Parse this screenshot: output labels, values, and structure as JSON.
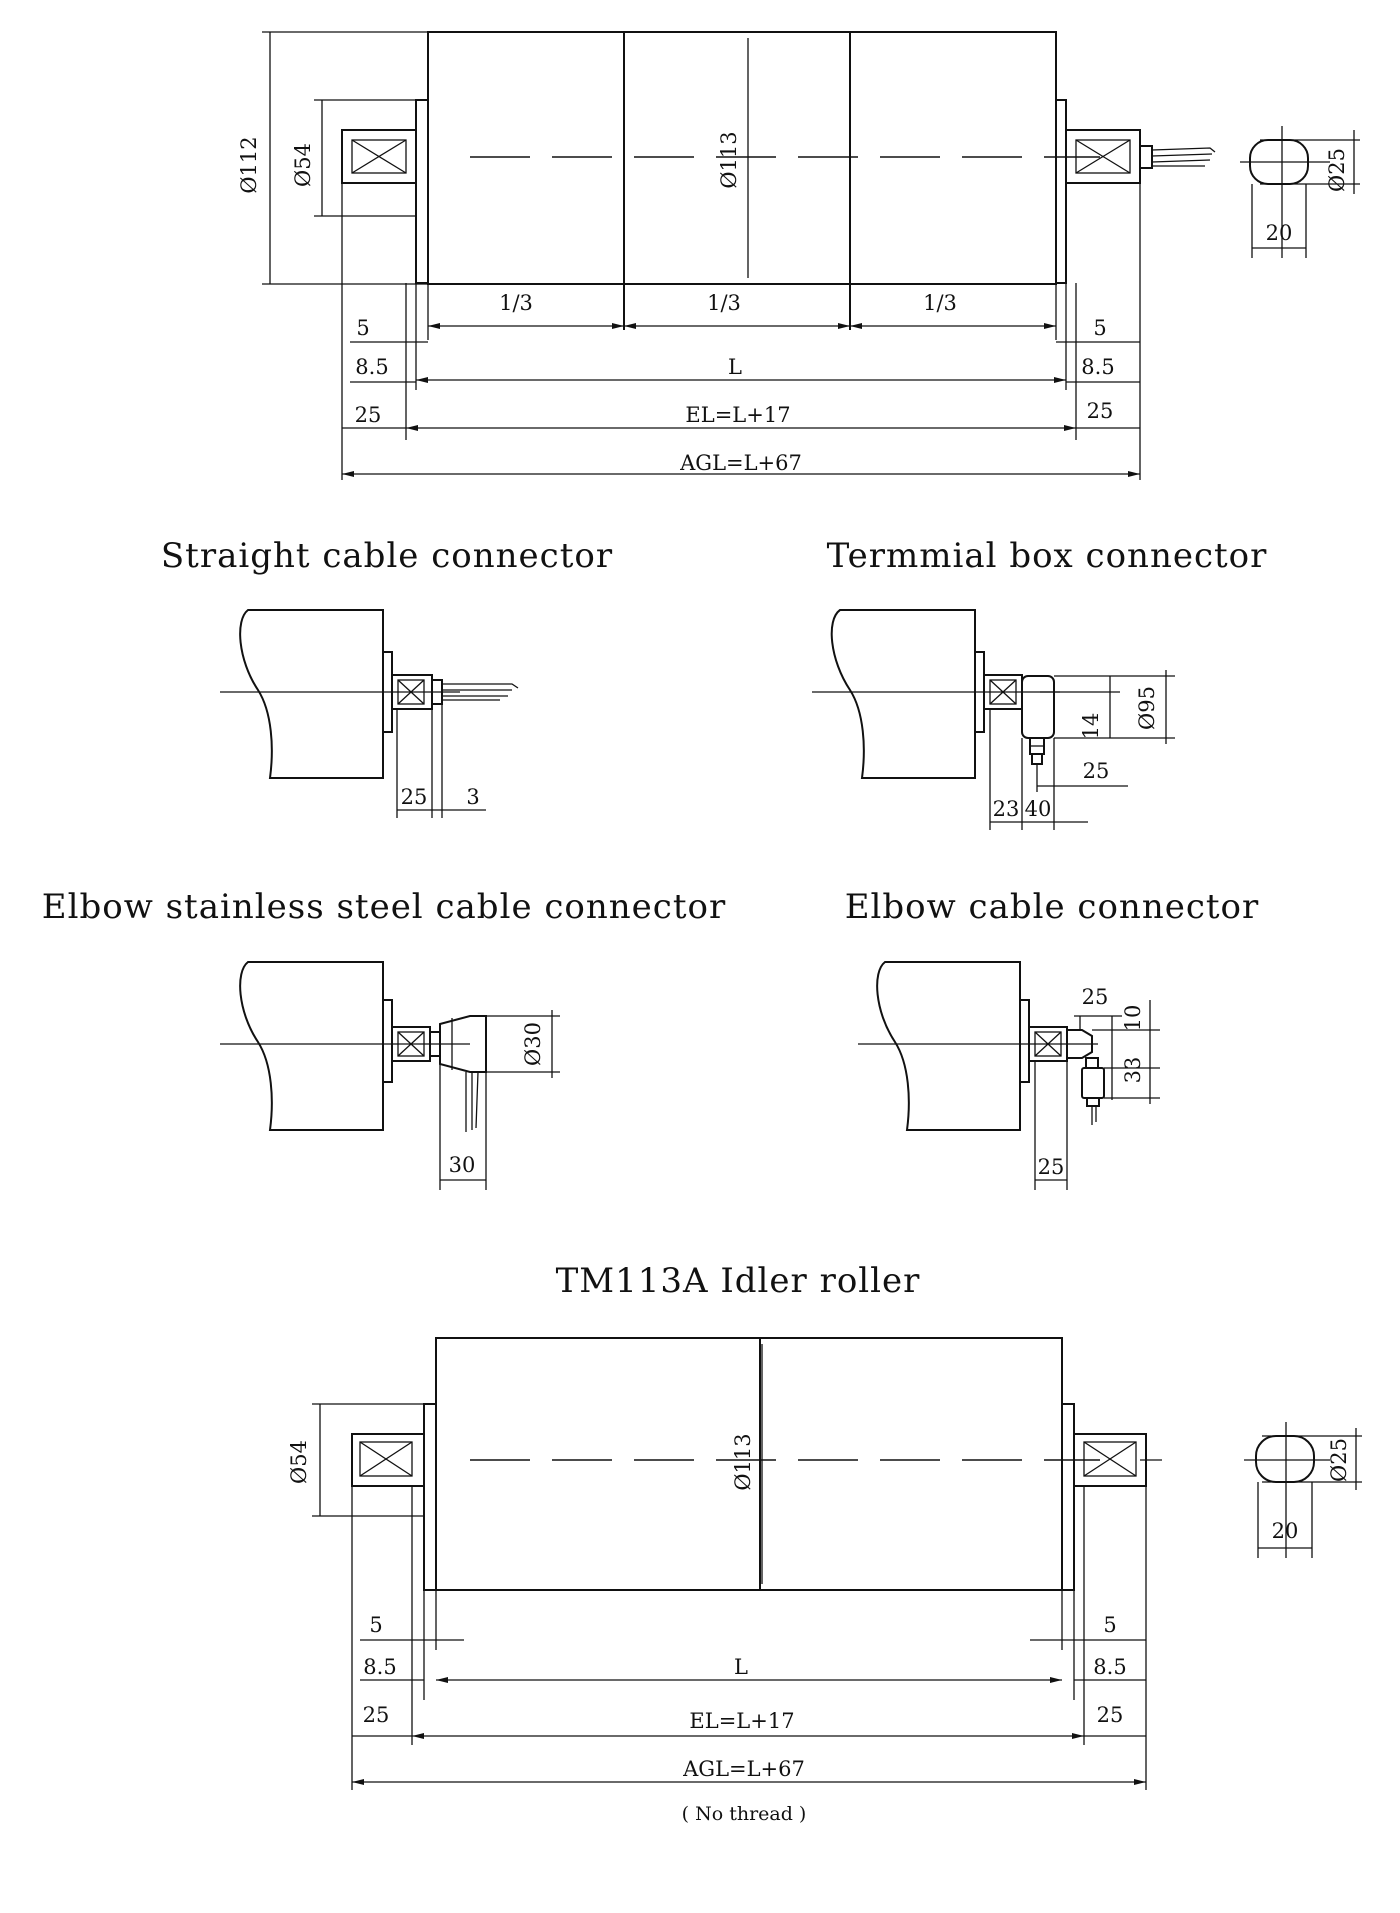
{
  "motor_roller": {
    "dims": {
      "d112": "Ø112",
      "d54": "Ø54",
      "d113": "Ø113",
      "d25": "Ø25",
      "w20": "20",
      "third": "1/3",
      "five": "5",
      "eight_five": "8.5",
      "twenty_five": "25",
      "L": "L",
      "EL": "EL=L+17",
      "AGL": "AGL=L+67"
    }
  },
  "straight": {
    "title": "Straight cable connector",
    "dims": {
      "a": "25",
      "b": "3"
    }
  },
  "terminal": {
    "title": "Termmial box connector",
    "dims": {
      "h14": "14",
      "d95": "Ø95",
      "w25": "25",
      "w23": "23",
      "w40": "40"
    }
  },
  "elbow_ss": {
    "title": "Elbow stainless steel cable connector",
    "dims": {
      "d30": "Ø30",
      "w30": "30"
    }
  },
  "elbow": {
    "title": "Elbow cable connector",
    "dims": {
      "w25": "25",
      "h10": "10",
      "h33": "33",
      "b25": "25"
    }
  },
  "idler": {
    "title": "TM113A Idler roller",
    "dims": {
      "d54": "Ø54",
      "d113": "Ø113",
      "d25": "Ø25",
      "w20": "20",
      "five": "5",
      "eight_five": "8.5",
      "twenty_five": "25",
      "L": "L",
      "EL": "EL=L+17",
      "AGL": "AGL=L+67",
      "note": "( No thread )"
    }
  }
}
